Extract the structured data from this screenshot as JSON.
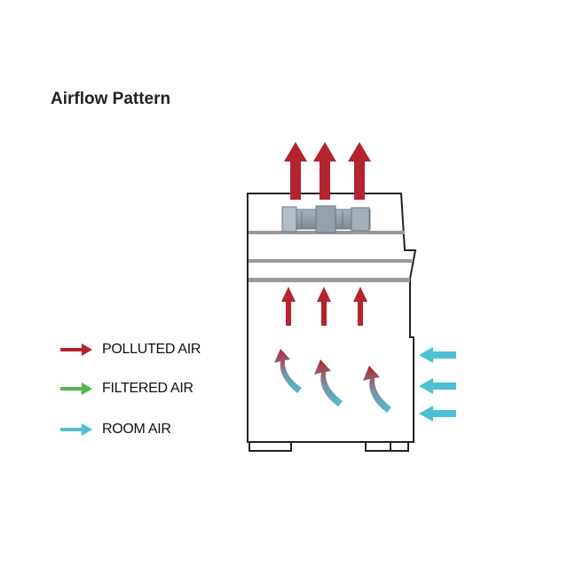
{
  "title": "Airflow Pattern",
  "legend": [
    {
      "label": "POLLUTED AIR",
      "color": "#b5232f",
      "icon": "arrow-right-icon"
    },
    {
      "label": "FILTERED AIR",
      "color": "#55b352",
      "icon": "arrow-right-icon"
    },
    {
      "label": "ROOM AIR",
      "color": "#4fbfd2",
      "icon": "arrow-right-icon"
    }
  ],
  "colors": {
    "polluted": "#b5232f",
    "filtered": "#55b352",
    "room": "#4fbfd2",
    "cabinet_outline": "#222222",
    "filter_bar": "#9a9a9a",
    "fan": "#8d9aa6"
  }
}
